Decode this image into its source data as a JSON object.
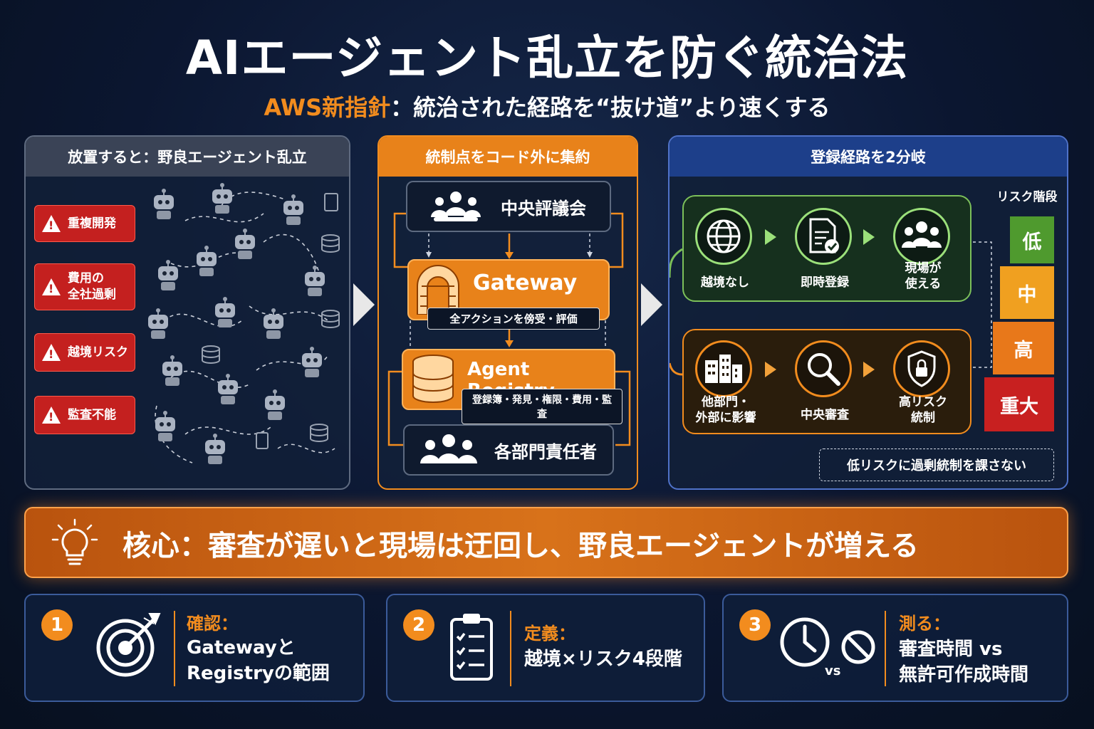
{
  "title": "AIエージェント乱立を防ぐ統治法",
  "subtitle": {
    "highlight": "AWS新指針",
    "rest": "：統治された経路を“抜け道”より速くする"
  },
  "panel_sprawl": {
    "title": "放置すると：野良エージェント乱立",
    "warnings": [
      {
        "label": "重複開発"
      },
      {
        "label": "費用の\n全社過剰"
      },
      {
        "label": "越境リスク"
      },
      {
        "label": "監査不能"
      }
    ]
  },
  "panel_control": {
    "title": "統制点をコード外に集約",
    "council": "中央評議会",
    "gateway": "Gateway",
    "gateway_tag": "全アクションを傍受・評価",
    "registry": "Agent Registry",
    "registry_tag": "登録簿・発見・権限・費用・監査",
    "owners": "各部門責任者"
  },
  "panel_paths": {
    "title": "登録経路を2分岐",
    "low_path": [
      "越境なし",
      "即時登録",
      "現場が\n使える"
    ],
    "high_path": [
      "他部門・\n外部に影響",
      "中央審査",
      "高リスク\n統制"
    ],
    "risk_title": "リスク階段",
    "risk_levels": [
      "低",
      "中",
      "高",
      "重大"
    ],
    "note": "低リスクに過剰統制を課さない",
    "colors": {
      "low": "#4f9a2e",
      "mid": "#f0a020",
      "high": "#e8781a",
      "critical": "#c82020"
    }
  },
  "core": "核心：審査が遅いと現場は迂回し、野良エージェントが増える",
  "cards": [
    {
      "num": "1",
      "title": "確認：",
      "body": "Gatewayと\nRegistryの範囲"
    },
    {
      "num": "2",
      "title": "定義：",
      "body": "越境×リスク4段階"
    },
    {
      "num": "3",
      "title": "測る：",
      "body": "審査時間 vs\n無許可作成時間",
      "vs": "vs"
    }
  ]
}
